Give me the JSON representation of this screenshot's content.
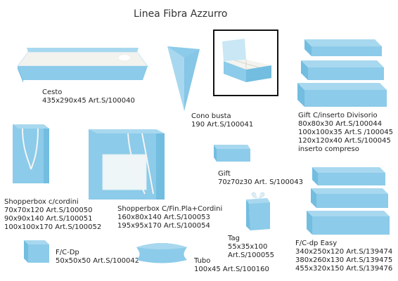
{
  "header": {
    "title": "Linea Fibra Azzurro"
  },
  "colors": {
    "box_top": "#a8d8ef",
    "box_front": "#8ccbe9",
    "box_side": "#72bde0",
    "inner": "#f4f4f0",
    "frame": "#111111"
  },
  "products": {
    "cesto": {
      "lines": [
        "Cesto",
        "435x290x45 Art.S/100040"
      ]
    },
    "cono": {
      "lines": [
        "Cono busta",
        "190 Art.S/100041"
      ]
    },
    "gift_divisorio": {
      "lines": [
        "Gift C/inserto Divisorio",
        "80x80x30 Art.S/100044",
        "100x100x35 Art.S /100045",
        "120x120x40 Art.S/100045",
        "inserto compreso"
      ]
    },
    "gift": {
      "lines": [
        "Gift",
        "70z70z30 Art. S/100043"
      ]
    },
    "shopperbox_cordini": {
      "lines": [
        "Shopperbox c/cordini",
        "70x70x120 Art.S/100050",
        "90x90x140 Art.S/100051",
        "100x100x170 Art.S/100052"
      ]
    },
    "shopperbox_fin": {
      "lines": [
        "Shopperbox C/Fin.Pla+Cordini",
        "160x80x140 Art.S/100053",
        "195x95x170 Art.S/100054"
      ]
    },
    "tag": {
      "lines": [
        "Tag",
        "55x35x100",
        "Art.S/100055"
      ]
    },
    "fcdp_easy": {
      "lines": [
        "F/C-dp Easy",
        "340x250x120 Art.S/139474",
        "380x260x130 Art.S/139475",
        "455x320x150 Art.S/139476"
      ]
    },
    "fcdp": {
      "lines": [
        "F/C-Dp",
        "50x50x50 Art.S/100042"
      ]
    },
    "tubo": {
      "lines": [
        "Tubo",
        "100x45 Art.S/100160"
      ]
    }
  }
}
